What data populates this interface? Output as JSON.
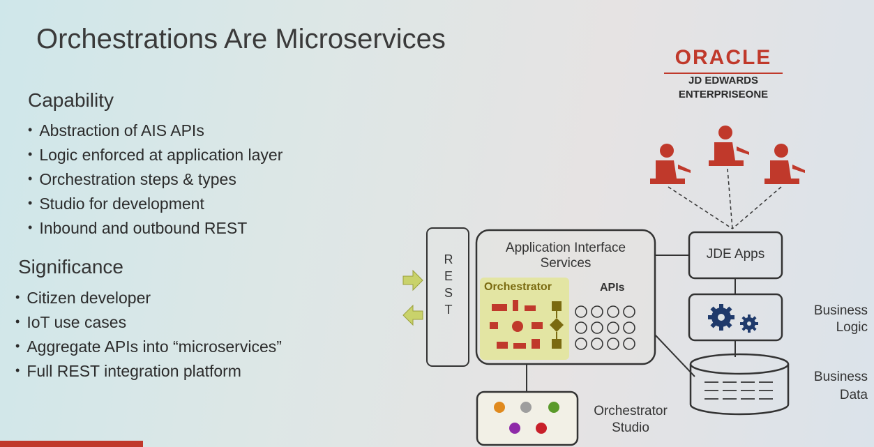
{
  "title": "Orchestrations Are Microservices",
  "capability": {
    "heading": "Capability",
    "items": [
      "Abstraction of AIS APIs",
      "Logic enforced at application layer",
      "Orchestration steps & types",
      "Studio for development",
      "Inbound and outbound REST"
    ]
  },
  "significance": {
    "heading": "Significance",
    "items": [
      "Citizen developer",
      "IoT use cases",
      "Aggregate APIs into “microservices”",
      "Full REST integration platform"
    ]
  },
  "logo": {
    "brand": "ORACLE",
    "line1": "JD EDWARDS",
    "line2": "ENTERPRISEONE"
  },
  "diagram": {
    "rest_letters": [
      "R",
      "E",
      "S",
      "T"
    ],
    "ais_line1": "Application Interface",
    "ais_line2": "Services",
    "orchestrator": "Orchestrator",
    "apis": "APIs",
    "jde_apps": "JDE Apps",
    "business_logic_1": "Business",
    "business_logic_2": "Logic",
    "business_data_1": "Business",
    "business_data_2": "Data",
    "studio_1": "Orchestrator",
    "studio_2": "Studio"
  },
  "colors": {
    "accent_red": "#c0392b",
    "orchestrator_yellow": "#e3e5a3",
    "orchestrator_olive": "#7a6a10",
    "arrow_green": "#c9d26b",
    "gear_navy": "#1f3a6b"
  }
}
